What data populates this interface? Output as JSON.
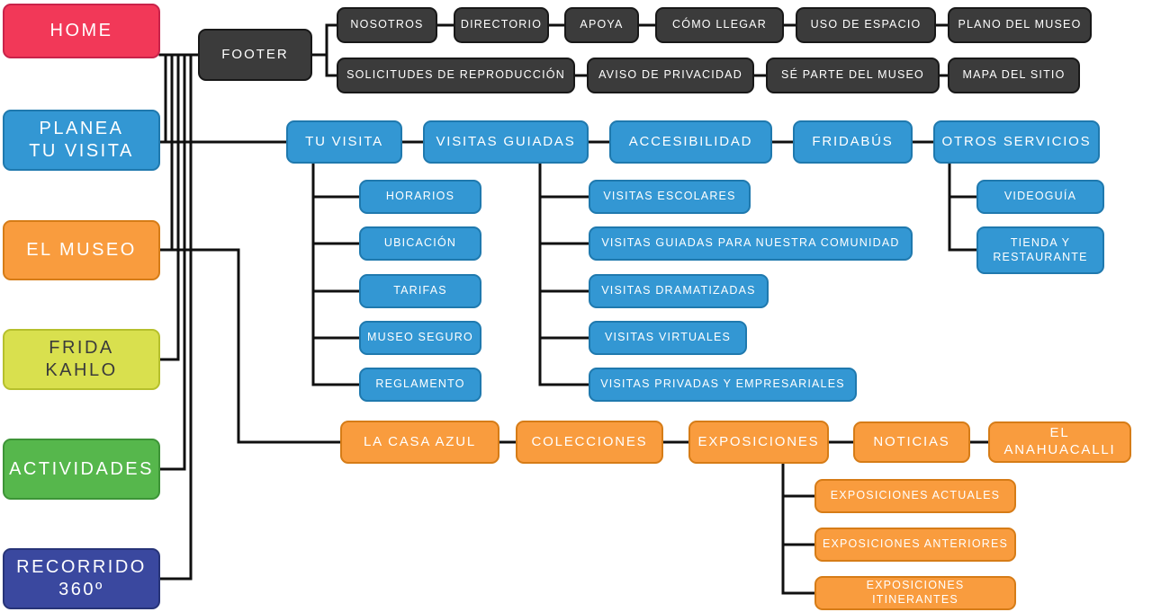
{
  "colors": {
    "home_pink": "#f23858",
    "blue": "#3397d3",
    "orange": "#f99c3e",
    "lime_green": "#d9e04e",
    "green": "#56b74c",
    "indigo": "#3a489f",
    "dark_gray": "#3b3b3b",
    "connector_line": "#101010"
  },
  "nav": {
    "home": "HOME",
    "planea": "PLANEA\nTU VISITA",
    "museo": "EL MUSEO",
    "frida": "FRIDA\nKAHLO",
    "actividades": "ACTIVIDADES",
    "recorrido": "RECORRIDO\n360º"
  },
  "footer": {
    "label": "FOOTER",
    "row1": [
      "NOSOTROS",
      "DIRECTORIO",
      "APOYA",
      "CÓMO LLEGAR",
      "USO DE ESPACIO",
      "PLANO DEL MUSEO"
    ],
    "row2": [
      "SOLICITUDES DE REPRODUCCIÓN",
      "AVISO DE PRIVACIDAD",
      "SÉ PARTE DEL MUSEO",
      "MAPA DEL SITIO"
    ]
  },
  "planea_section": {
    "row": [
      "TU VISITA",
      "VISITAS GUIADAS",
      "ACCESIBILIDAD",
      "FRIDABÚS",
      "OTROS SERVICIOS"
    ],
    "tu_visita": [
      "HORARIOS",
      "UBICACIÓN",
      "TARIFAS",
      "MUSEO SEGURO",
      "REGLAMENTO"
    ],
    "visitas_guiadas": [
      "VISITAS ESCOLARES",
      "VISITAS GUIADAS PARA NUESTRA COMUNIDAD",
      "VISITAS DRAMATIZADAS",
      "VISITAS VIRTUALES",
      "VISITAS PRIVADAS Y EMPRESARIALES"
    ],
    "otros_servicios": [
      "VIDEOGUÍA",
      "TIENDA Y\nRESTAURANTE"
    ]
  },
  "museo_section": {
    "row": [
      "LA CASA AZUL",
      "COLECCIONES",
      "EXPOSICIONES",
      "NOTICIAS",
      "EL ANAHUACALLI"
    ],
    "exposiciones": [
      "EXPOSICIONES ACTUALES",
      "EXPOSICIONES ANTERIORES",
      "EXPOSICIONES ITINERANTES"
    ]
  }
}
